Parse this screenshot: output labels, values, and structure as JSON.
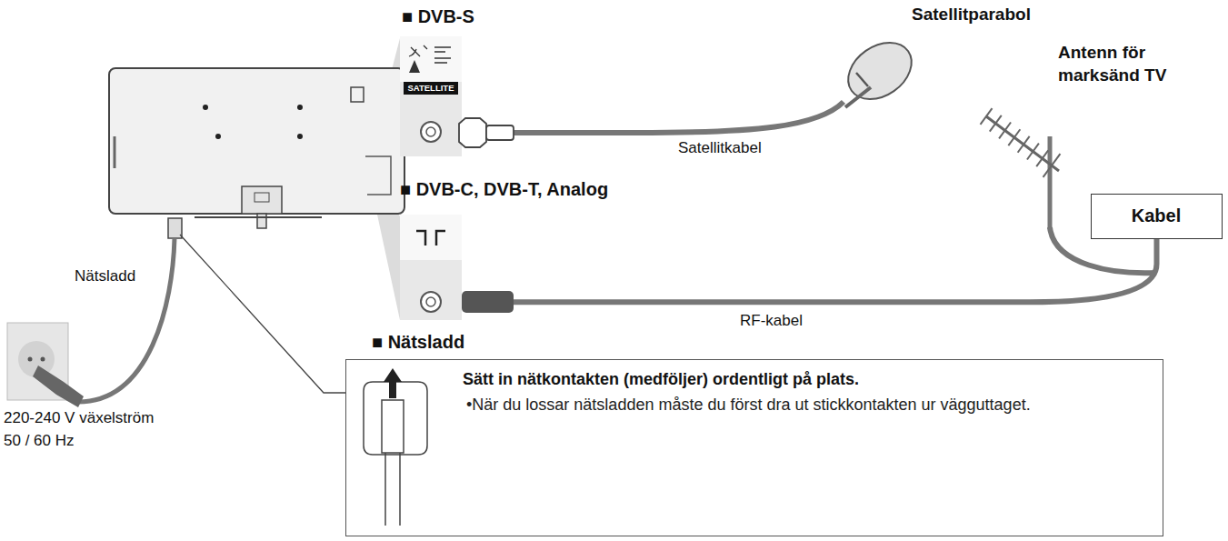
{
  "diagram": {
    "nodes": [
      {
        "text": [
          "■ DVB-S",
          "SATELLITE"
        ]
      },
      {
        "text": [
          "■ DVB-C, DVB-T, Analog"
        ]
      },
      {
        "text": [
          "Kabel"
        ]
      },
      {
        "text": [
          "■ Nätsladd",
          "Sätt in nätkontakten (medföljer) ordentligt på plats.",
          "•När du lossar nätsladden måste du först dra ut stickkontakten ur vägguttaget."
        ]
      }
    ],
    "edges": [
      {
        "from": 1,
        "to": 2,
        "arrow": "none",
        "label": "RF-kabel"
      }
    ],
    "labels": [
      "Satellitparabol",
      "Satellitkabel",
      "Antenn för marksänd TV",
      "Nätsladd",
      "220-240 V växelström 50 / 60 Hz"
    ]
  }
}
